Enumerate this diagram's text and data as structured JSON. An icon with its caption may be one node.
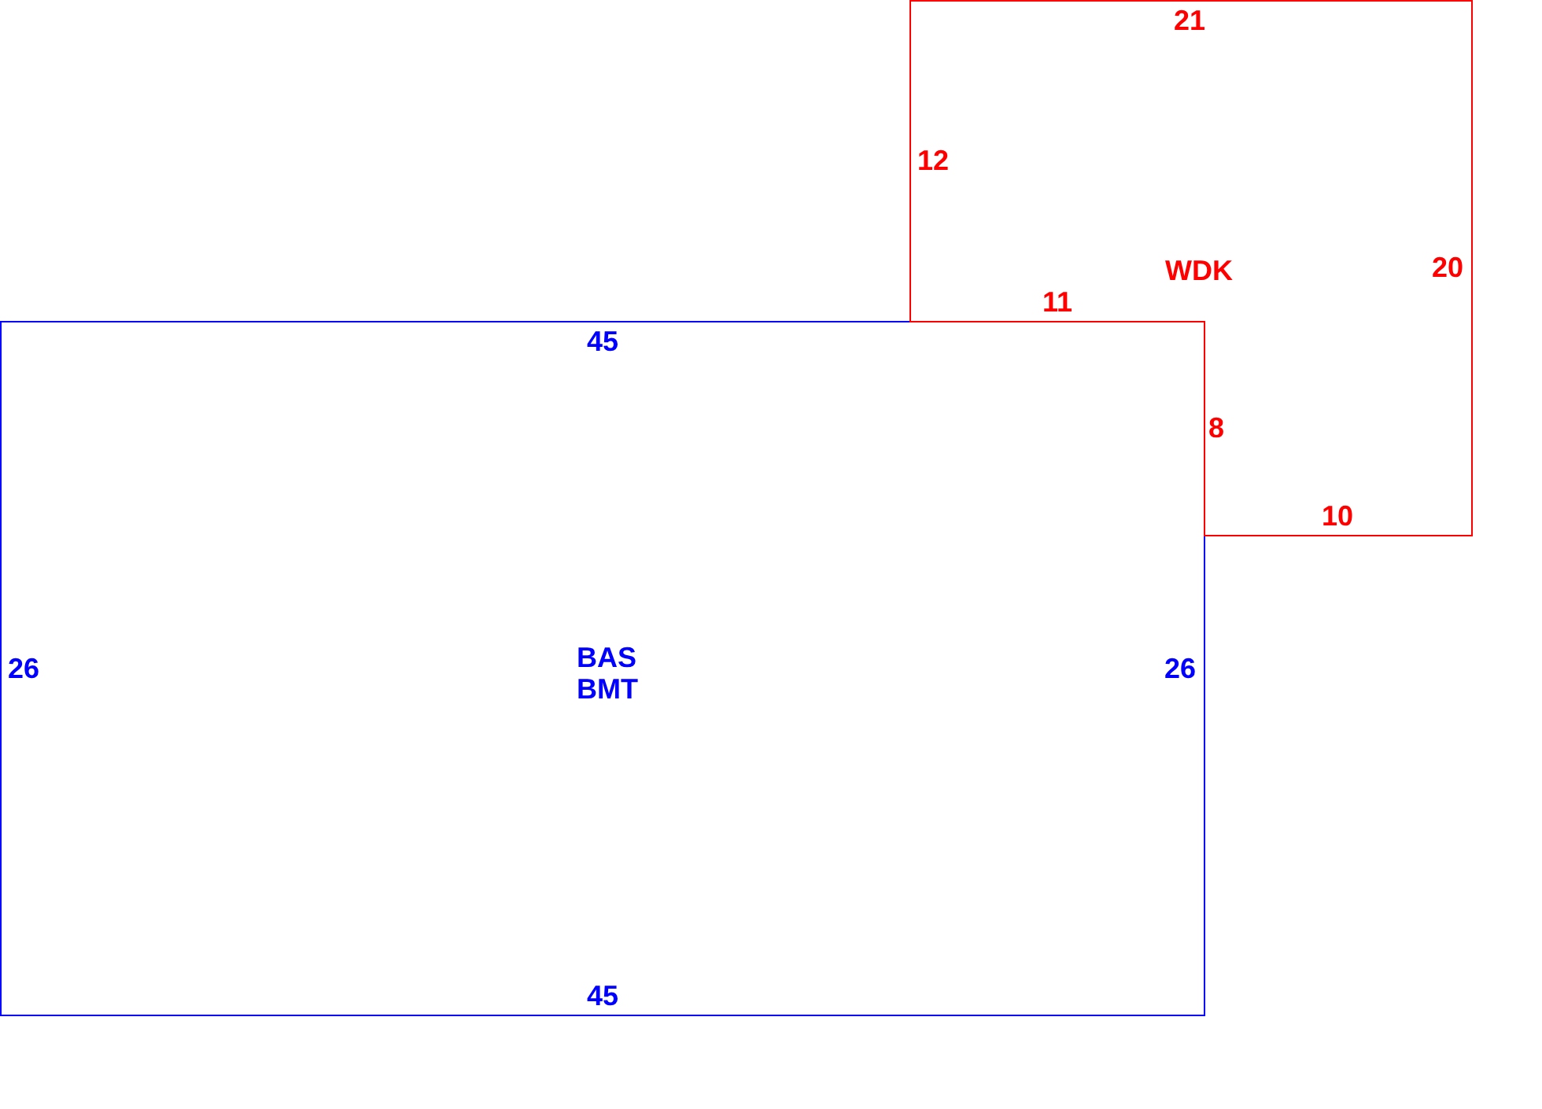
{
  "diagram": {
    "nodes": [
      {
        "text": [
          "BAS",
          "BMT"
        ]
      },
      {
        "text": [
          "WDK"
        ]
      }
    ],
    "labels": [
      "21",
      "12",
      "20",
      "11",
      "45",
      "8",
      "10",
      "26",
      "26",
      "45"
    ]
  }
}
